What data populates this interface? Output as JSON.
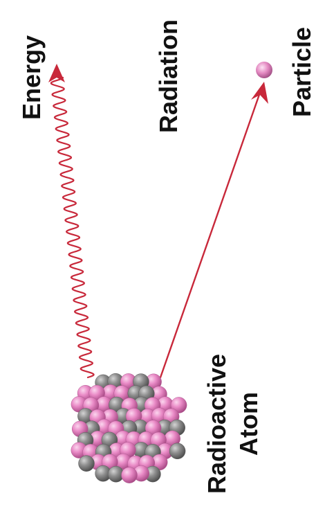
{
  "labels": {
    "energy": "Energy",
    "radiation": "Radiation",
    "particle": "Particle",
    "atom_line1": "Radioactive",
    "atom_line2": "Atom"
  },
  "colors": {
    "arrow": "#c8283a",
    "proton": "#e98ac6",
    "proton_highlight": "#fbd6ee",
    "proton_shadow": "#a94a86",
    "neutron": "#8e8e8e",
    "neutron_highlight": "#d4d4d4",
    "neutron_shadow": "#4f4f4f",
    "text": "#111111"
  }
}
